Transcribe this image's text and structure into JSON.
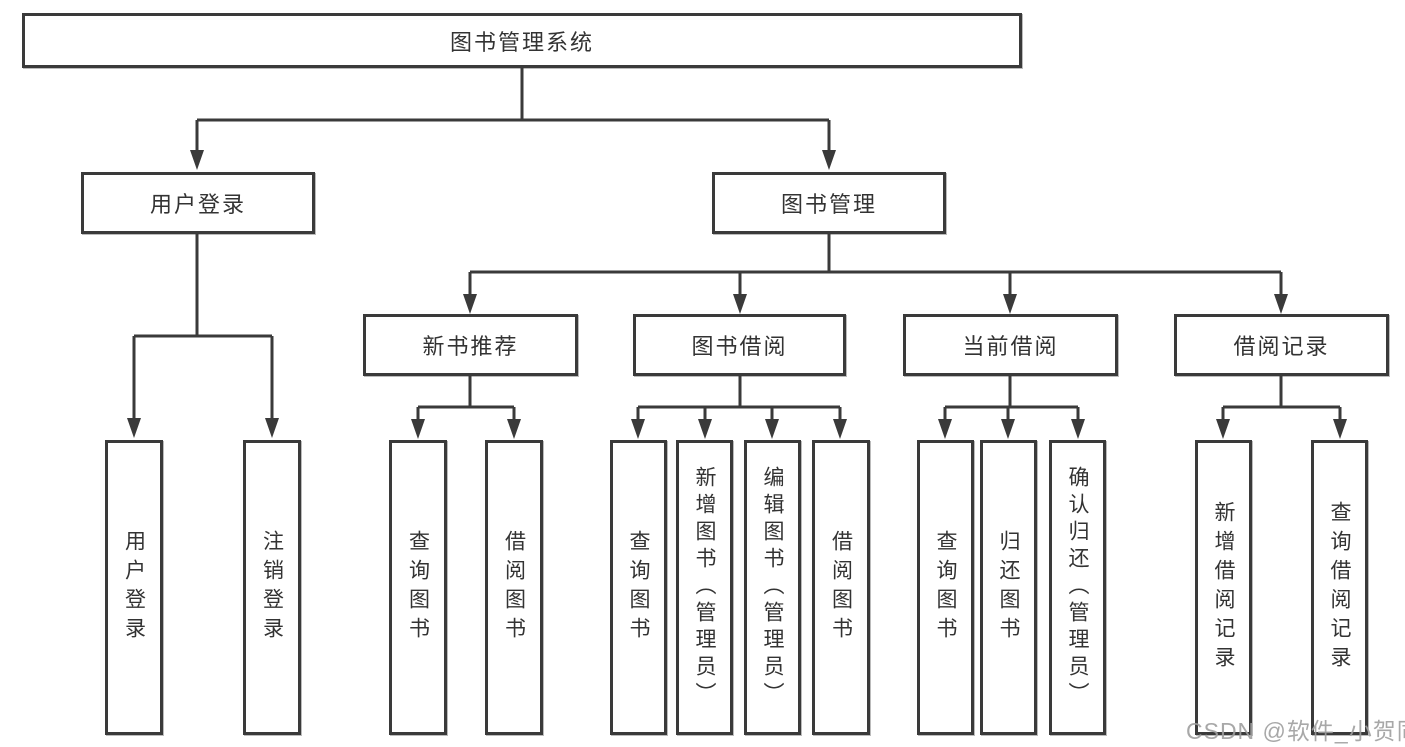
{
  "diagram": {
    "title": "图书管理系统",
    "root": {
      "label": "图书管理系统"
    },
    "level2": [
      {
        "id": "user-login",
        "label": "用户登录",
        "parent": "图书管理系统"
      },
      {
        "id": "book-management",
        "label": "图书管理",
        "parent": "图书管理系统"
      }
    ],
    "level3": [
      {
        "id": "new-book-recommend",
        "label": "新书推荐",
        "parent": "图书管理"
      },
      {
        "id": "book-borrowing",
        "label": "图书借阅",
        "parent": "图书管理"
      },
      {
        "id": "current-borrowing",
        "label": "当前借阅",
        "parent": "图书管理"
      },
      {
        "id": "borrowing-records",
        "label": "借阅记录",
        "parent": "图书管理"
      }
    ],
    "leaves": [
      {
        "id": "leaf-user-login",
        "label": "用户登录",
        "parent": "用户登录"
      },
      {
        "id": "leaf-logout",
        "label": "注销登录",
        "parent": "用户登录"
      },
      {
        "id": "leaf-query-books-1",
        "label": "查询图书",
        "parent": "新书推荐"
      },
      {
        "id": "leaf-borrow-books-1",
        "label": "借阅图书",
        "parent": "新书推荐"
      },
      {
        "id": "leaf-query-books-2",
        "label": "查询图书",
        "parent": "图书借阅"
      },
      {
        "id": "leaf-add-books-admin",
        "label": "新增图书（管理员）",
        "parent": "图书借阅"
      },
      {
        "id": "leaf-edit-books-admin",
        "label": "编辑图书（管理员）",
        "parent": "图书借阅"
      },
      {
        "id": "leaf-borrow-books-2",
        "label": "借阅图书",
        "parent": "图书借阅"
      },
      {
        "id": "leaf-query-books-3",
        "label": "查询图书",
        "parent": "当前借阅"
      },
      {
        "id": "leaf-return-books",
        "label": "归还图书",
        "parent": "当前借阅"
      },
      {
        "id": "leaf-confirm-return-admin",
        "label": "确认归还（管理员）",
        "parent": "当前借阅"
      },
      {
        "id": "leaf-add-borrow-record",
        "label": "新增借阅记录",
        "parent": "借阅记录"
      },
      {
        "id": "leaf-query-borrow-record",
        "label": "查询借阅记录",
        "parent": "借阅记录"
      }
    ]
  },
  "watermark": {
    "text": "CSDN @软件_小贺同学"
  },
  "colors": {
    "line": "#3a3a3a",
    "text": "#333333",
    "watermark": "#9e9e9e",
    "background": "#ffffff"
  }
}
